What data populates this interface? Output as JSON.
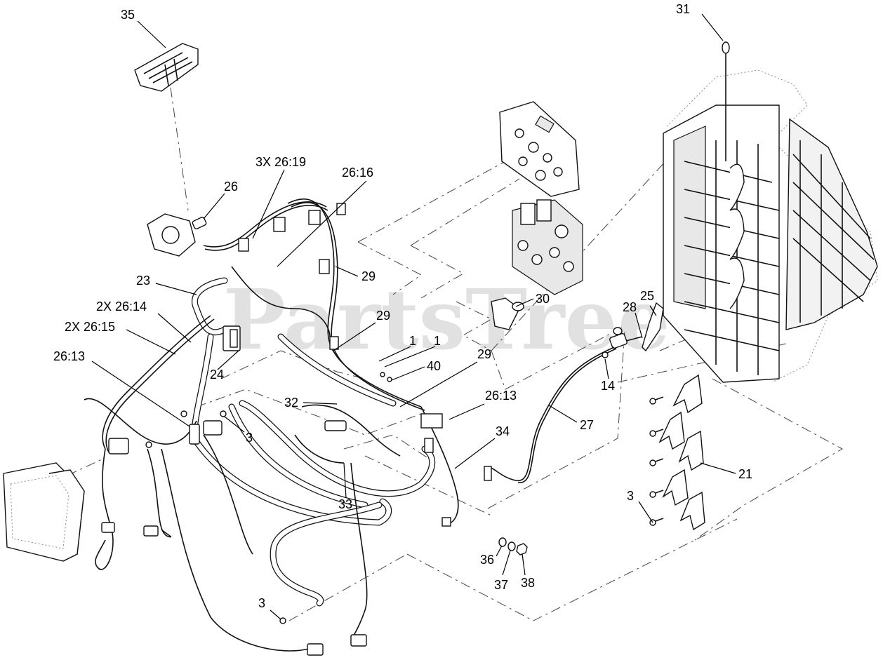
{
  "watermark": "PartsTree",
  "callouts": {
    "c35": "35",
    "c31": "31",
    "c3x2619": "3X 26:19",
    "c2616": "26:16",
    "c26": "26",
    "c29a": "29",
    "c23": "23",
    "c2x2614": "2X 26:14",
    "c29b": "29",
    "c30": "30",
    "c2x2615": "2X 26:15",
    "c1a": "1",
    "c1b": "1",
    "c40": "40",
    "c2613a": "26:13",
    "c24": "24",
    "c29c": "29",
    "c28": "28",
    "c25": "25",
    "c14": "14",
    "c32": "32",
    "c2613b": "26:13",
    "c3a": "3",
    "c34": "34",
    "c27": "27",
    "c21": "21",
    "c33": "33",
    "c3b": "3",
    "c36": "36",
    "c37": "37",
    "c38": "38",
    "c3c": "3"
  }
}
